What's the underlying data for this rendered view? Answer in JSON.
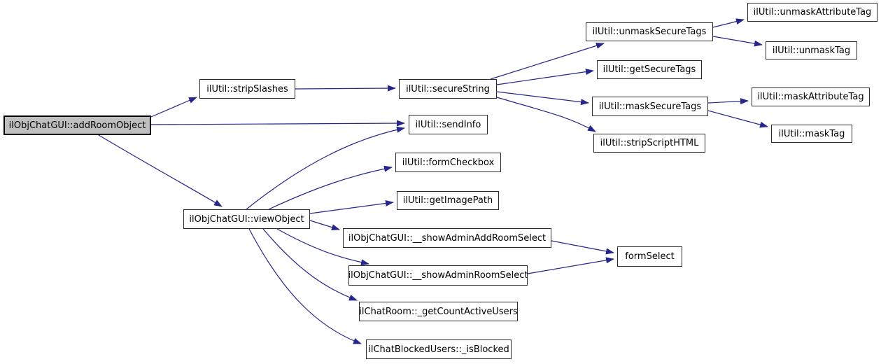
{
  "diagram": {
    "type": "call-graph",
    "root_function": "ilObjChatGUI::addRoomObject",
    "colors": {
      "edge": "#26268c",
      "node_fill": "#ffffff",
      "node_border": "#2b2b2b",
      "root_fill": "#bfbfbf",
      "root_border": "#000000",
      "background": "#ffffff"
    }
  },
  "nodes": {
    "addRoomObject": {
      "label": "ilObjChatGUI::addRoomObject"
    },
    "stripSlashes": {
      "label": "ilUtil::stripSlashes"
    },
    "viewObject": {
      "label": "ilObjChatGUI::viewObject"
    },
    "secureString": {
      "label": "ilUtil::secureString"
    },
    "sendInfo": {
      "label": "ilUtil::sendInfo"
    },
    "formCheckbox": {
      "label": "ilUtil::formCheckbox"
    },
    "getImagePath": {
      "label": "ilUtil::getImagePath"
    },
    "showAdminAddRoomSelect": {
      "label": "ilObjChatGUI::__showAdminAddRoomSelect"
    },
    "showAdminRoomSelect": {
      "label": "ilObjChatGUI::__showAdminRoomSelect"
    },
    "getCountActiveUsers": {
      "label": "ilChatRoom::_getCountActiveUsers"
    },
    "isBlocked": {
      "label": "ilChatBlockedUsers::_isBlocked"
    },
    "unmaskSecureTags": {
      "label": "ilUtil::unmaskSecureTags"
    },
    "getSecureTags": {
      "label": "ilUtil::getSecureTags"
    },
    "maskSecureTags": {
      "label": "ilUtil::maskSecureTags"
    },
    "stripScriptHTML": {
      "label": "ilUtil::stripScriptHTML"
    },
    "unmaskAttributeTag": {
      "label": "ilUtil::unmaskAttributeTag"
    },
    "unmaskTag": {
      "label": "ilUtil::unmaskTag"
    },
    "maskAttributeTag": {
      "label": "ilUtil::maskAttributeTag"
    },
    "maskTag": {
      "label": "ilUtil::maskTag"
    },
    "formSelect": {
      "label": "formSelect"
    }
  },
  "edges": [
    {
      "from": "addRoomObject",
      "to": "stripSlashes"
    },
    {
      "from": "addRoomObject",
      "to": "sendInfo"
    },
    {
      "from": "addRoomObject",
      "to": "viewObject"
    },
    {
      "from": "stripSlashes",
      "to": "secureString"
    },
    {
      "from": "secureString",
      "to": "unmaskSecureTags"
    },
    {
      "from": "secureString",
      "to": "getSecureTags"
    },
    {
      "from": "secureString",
      "to": "maskSecureTags"
    },
    {
      "from": "secureString",
      "to": "stripScriptHTML"
    },
    {
      "from": "unmaskSecureTags",
      "to": "unmaskAttributeTag"
    },
    {
      "from": "unmaskSecureTags",
      "to": "unmaskTag"
    },
    {
      "from": "maskSecureTags",
      "to": "maskAttributeTag"
    },
    {
      "from": "maskSecureTags",
      "to": "maskTag"
    },
    {
      "from": "viewObject",
      "to": "sendInfo"
    },
    {
      "from": "viewObject",
      "to": "formCheckbox"
    },
    {
      "from": "viewObject",
      "to": "getImagePath"
    },
    {
      "from": "viewObject",
      "to": "showAdminAddRoomSelect"
    },
    {
      "from": "viewObject",
      "to": "showAdminRoomSelect"
    },
    {
      "from": "viewObject",
      "to": "getCountActiveUsers"
    },
    {
      "from": "viewObject",
      "to": "isBlocked"
    },
    {
      "from": "showAdminAddRoomSelect",
      "to": "formSelect"
    },
    {
      "from": "showAdminRoomSelect",
      "to": "formSelect"
    }
  ]
}
